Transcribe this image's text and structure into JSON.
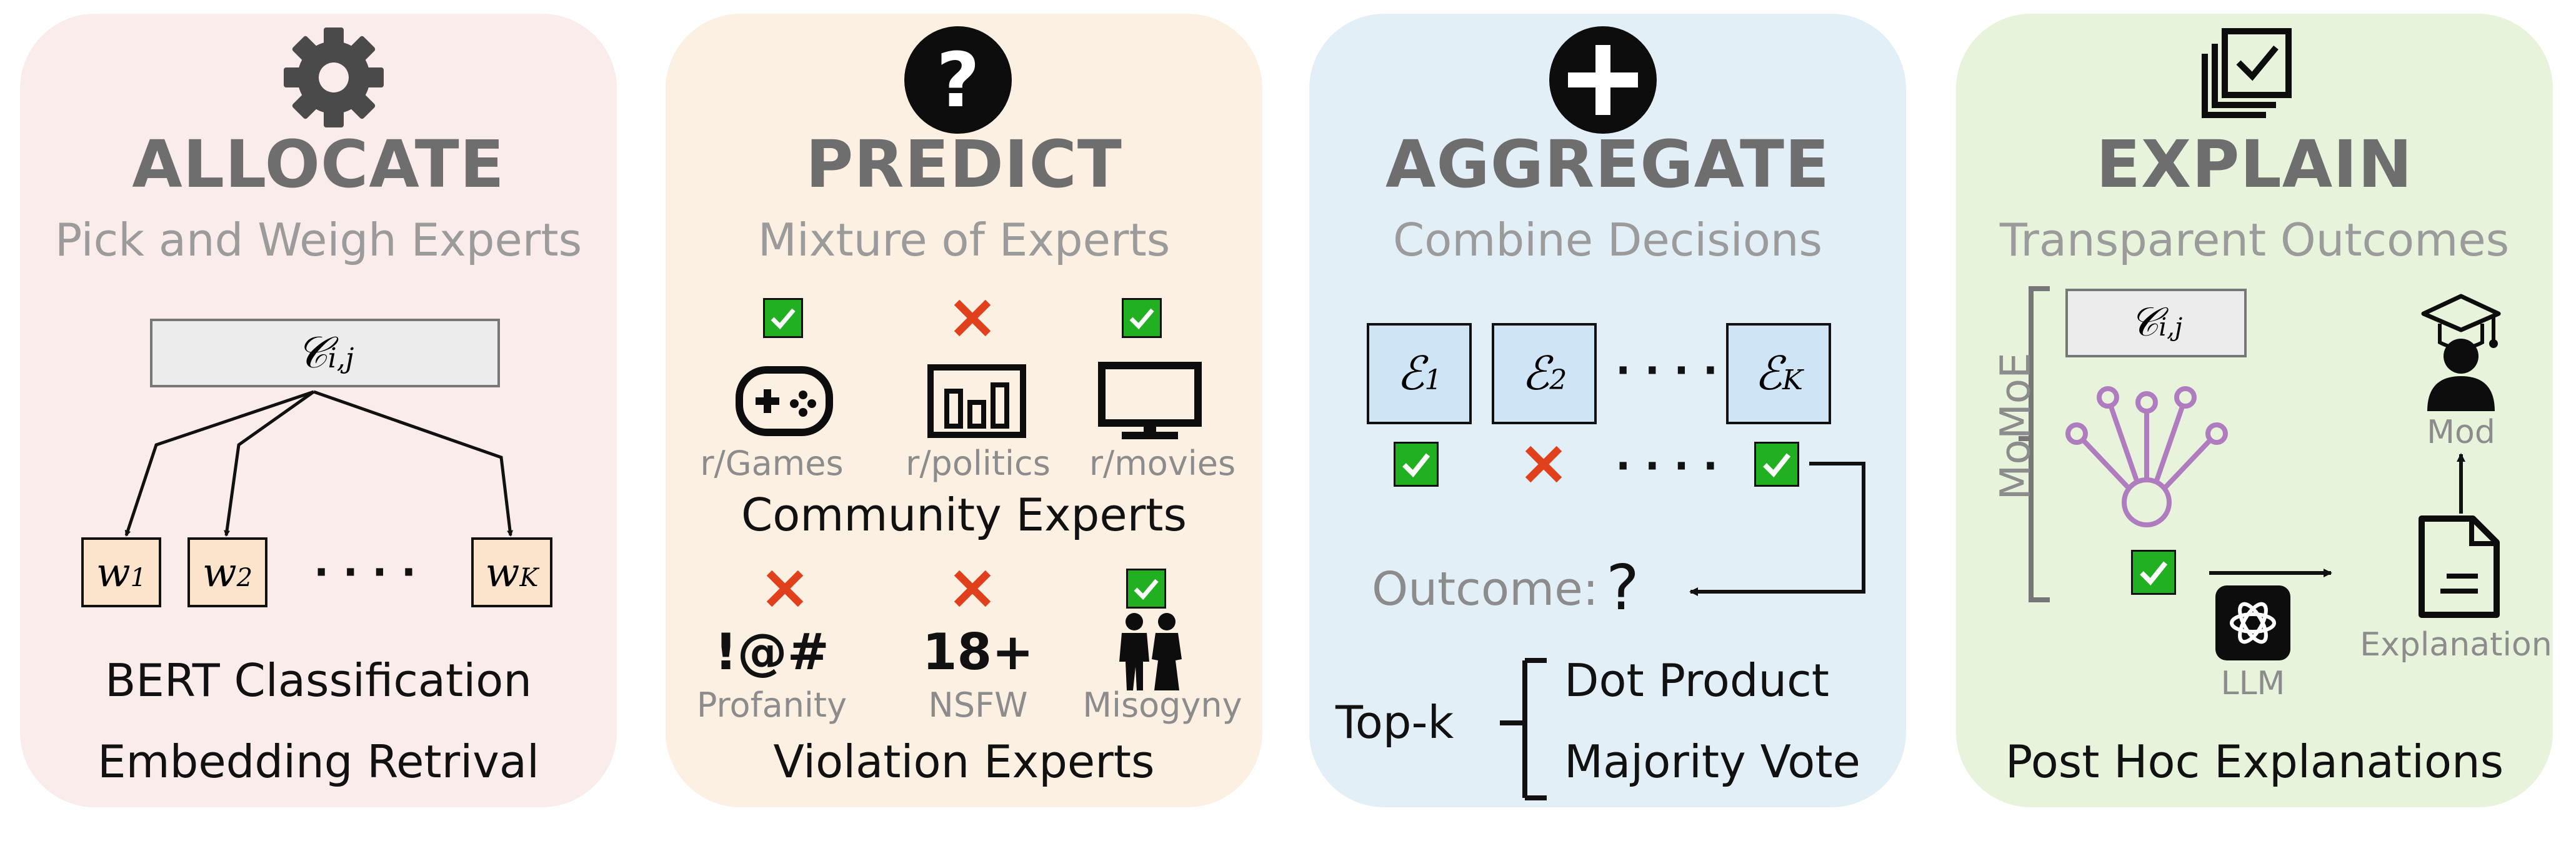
{
  "panels": {
    "allocate": {
      "title": "ALLOCATE",
      "subtitle": "Pick and Weigh Experts",
      "icon": "gear-icon",
      "context_label": "𝒞",
      "context_sub": "i,j",
      "weights": [
        {
          "base": "w",
          "sub": "1"
        },
        {
          "base": "w",
          "sub": "2"
        },
        {
          "base": "w",
          "sub": "K"
        }
      ],
      "dots": "· · · ·",
      "methods": [
        "BERT Classification",
        "Embedding Retrival"
      ]
    },
    "predict": {
      "title": "PREDICT",
      "subtitle": "Mixture of Experts",
      "icon": "question-icon",
      "community_experts": [
        {
          "label": "r/Games",
          "status": "check",
          "icon": "gamepad-icon"
        },
        {
          "label": "r/politics",
          "status": "cross",
          "icon": "bar-chart-icon"
        },
        {
          "label": "r/movies",
          "status": "check",
          "icon": "monitor-icon"
        }
      ],
      "community_heading": "Community Experts",
      "violation_experts": [
        {
          "label": "Profanity",
          "symbol": "!@#",
          "status": "cross"
        },
        {
          "label": "NSFW",
          "symbol": "18+",
          "status": "cross"
        },
        {
          "label": "Misogyny",
          "status": "check",
          "icon": "people-icon"
        }
      ],
      "violation_heading": "Violation Experts"
    },
    "aggregate": {
      "title": "AGGREGATE",
      "subtitle": "Combine Decisions",
      "icon": "plus-icon",
      "experts": [
        {
          "base": "ℰ",
          "sub": "1",
          "status": "check"
        },
        {
          "base": "ℰ",
          "sub": "2",
          "status": "cross"
        },
        {
          "base": "ℰ",
          "sub": "K",
          "status": "check"
        }
      ],
      "dots": "· · · ·",
      "outcome_label": "Outcome:",
      "outcome_value": "?",
      "topk_label": "Top-k",
      "topk_options": [
        "Dot Product",
        "Majority Vote"
      ]
    },
    "explain": {
      "title": "EXPLAIN",
      "subtitle": "Transparent Outcomes",
      "icon": "checklist-icon",
      "momoe_label": "MoMoE",
      "context_label": "𝒞",
      "context_sub": "i,j",
      "mod_label": "Mod",
      "llm_label": "LLM",
      "explanation_label": "Explanation",
      "footer": "Post Hoc Explanations"
    }
  },
  "colors": {
    "allocate_bg": "#f9eceb",
    "predict_bg": "#fbf0e2",
    "aggregate_bg": "#e3eff7",
    "explain_bg": "#e8f3dc",
    "check_green": "#21b021",
    "cross_red": "#e0401c",
    "weight_box": "#fbe3cc",
    "expert_box": "#cfe4f5",
    "network_purple": "#b07cc0"
  }
}
